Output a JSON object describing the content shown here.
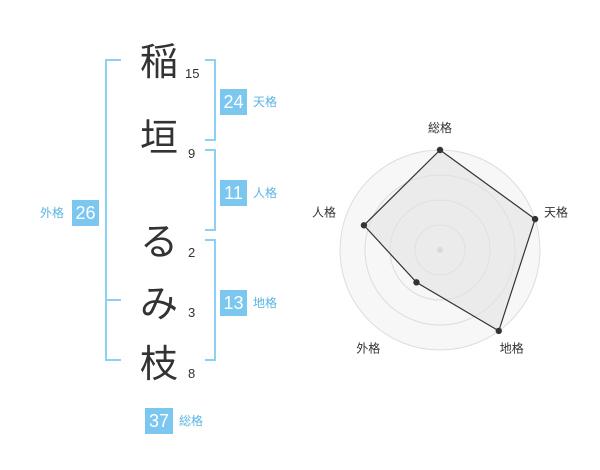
{
  "name": {
    "chars": [
      "稲",
      "垣",
      "る",
      "み",
      "枝"
    ],
    "strokes": [
      "15",
      "9",
      "2",
      "3",
      "8"
    ]
  },
  "kaku": {
    "tenkaku": {
      "value": "24",
      "label": "天格"
    },
    "jinkaku": {
      "value": "11",
      "label": "人格"
    },
    "chikaku": {
      "value": "13",
      "label": "地格"
    },
    "gaikaku": {
      "value": "26",
      "label": "外格"
    },
    "soukaku": {
      "value": "37",
      "label": "総格"
    }
  },
  "chart_data": {
    "type": "radar",
    "axes": [
      "総格",
      "天格",
      "地格",
      "外格",
      "人格"
    ],
    "values": [
      5,
      5,
      5,
      2,
      4
    ],
    "max": 5,
    "rings": 4
  },
  "colors": {
    "accent": "#7cc7ef",
    "label": "#5ab4e5",
    "line": "#8cd0f4"
  }
}
